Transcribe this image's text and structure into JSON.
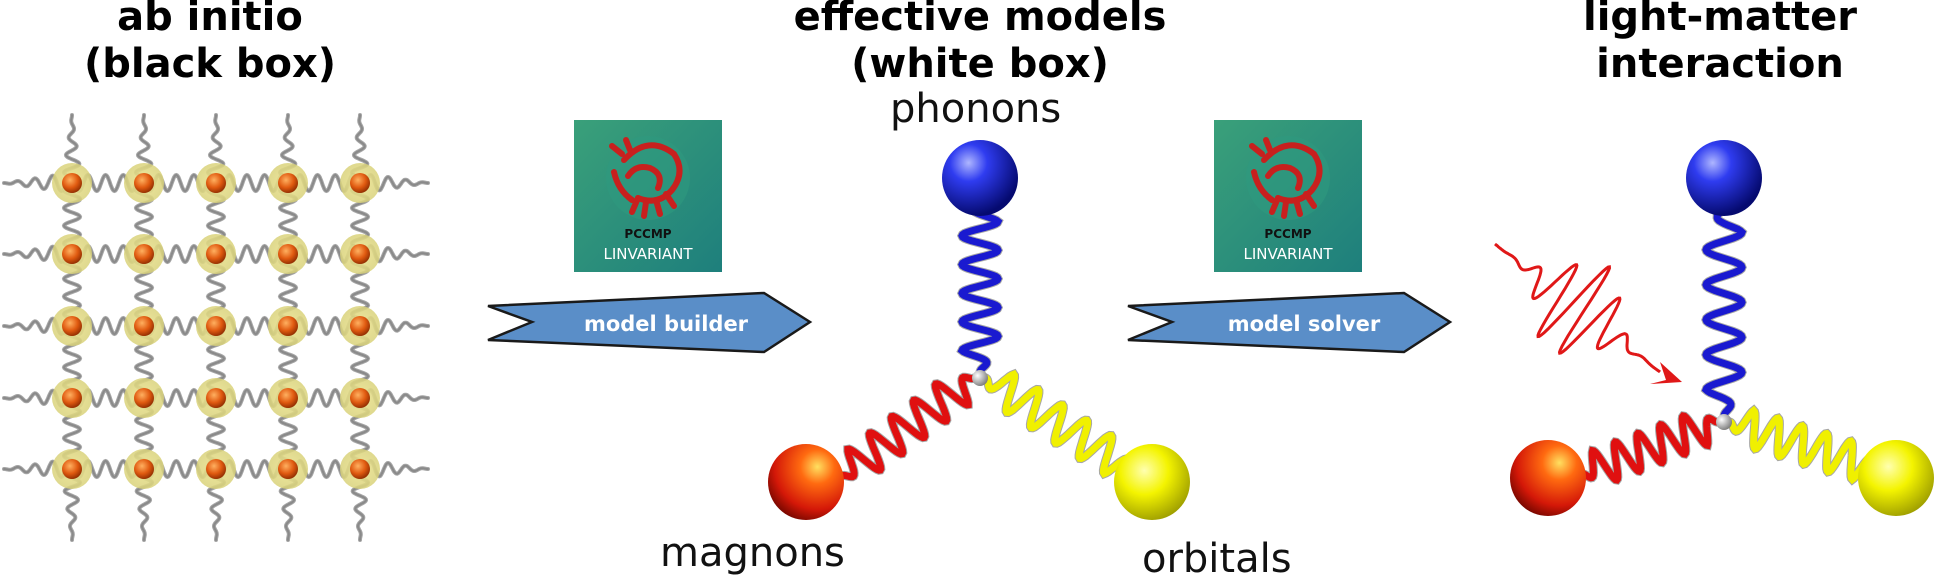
{
  "panels": {
    "ab_initio": {
      "title_line1": "ab initio",
      "title_line2": "(black box)"
    },
    "effective_models": {
      "title_line1": "effective models",
      "title_line2": "(white box)",
      "labels": {
        "phonons": "phonons",
        "magnons": "magnons",
        "orbitals": "orbitals"
      }
    },
    "light_matter": {
      "title_line1": "light-matter",
      "title_line2": "interaction"
    }
  },
  "logos": [
    {
      "org": "PCCMP",
      "name": "LINVARIANT"
    },
    {
      "org": "PCCMP",
      "name": "LINVARIANT"
    }
  ],
  "arrows": [
    {
      "label": "model builder"
    },
    {
      "label": "model solver"
    }
  ],
  "colors": {
    "arrow_fill": "#5a8ec8",
    "logo_teal_start": "#3aa07a",
    "logo_teal_end": "#1e7f7c",
    "dragon_red": "#c8201e",
    "phonon_blue": "#1a1ad0",
    "magnon_red": "#e01010",
    "orbital_yellow": "#f0f000",
    "atom_orange": "#e05a10",
    "atom_halo": "#e8e28a",
    "spring_gray": "#8a8a8a"
  }
}
